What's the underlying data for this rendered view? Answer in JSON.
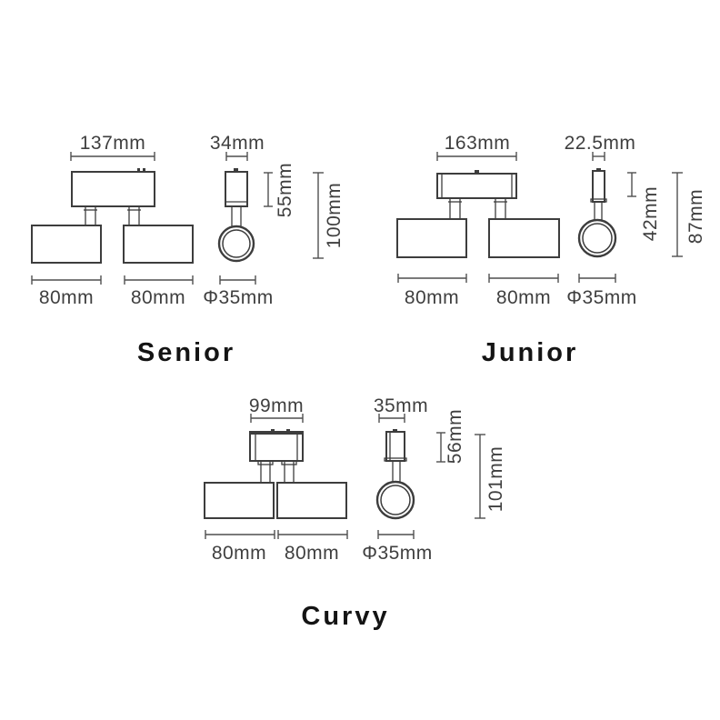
{
  "page": {
    "background": "#ffffff",
    "line_color": "#3d3d3d",
    "dimension_color": "#4f4f4f",
    "text_color": "#3f3f3f",
    "title_color": "#141414"
  },
  "figures": {
    "senior": {
      "title": "Senior",
      "labels": {
        "front_width": "137mm",
        "side_width": "34mm",
        "body_height": "55mm",
        "total_height": "100mm",
        "left_head_width": "80mm",
        "right_head_width": "80mm",
        "diameter": "Φ35mm"
      }
    },
    "junior": {
      "title": "Junior",
      "labels": {
        "front_width": "163mm",
        "side_width": "22.5mm",
        "body_height": "42mm",
        "total_height": "87mm",
        "left_head_width": "80mm",
        "right_head_width": "80mm",
        "diameter": "Φ35mm"
      }
    },
    "curvy": {
      "title": "Curvy",
      "labels": {
        "front_width": "99mm",
        "side_width": "35mm",
        "body_height": "56mm",
        "total_height": "101mm",
        "left_head_width": "80mm",
        "right_head_width": "80mm",
        "diameter": "Φ35mm"
      }
    }
  }
}
